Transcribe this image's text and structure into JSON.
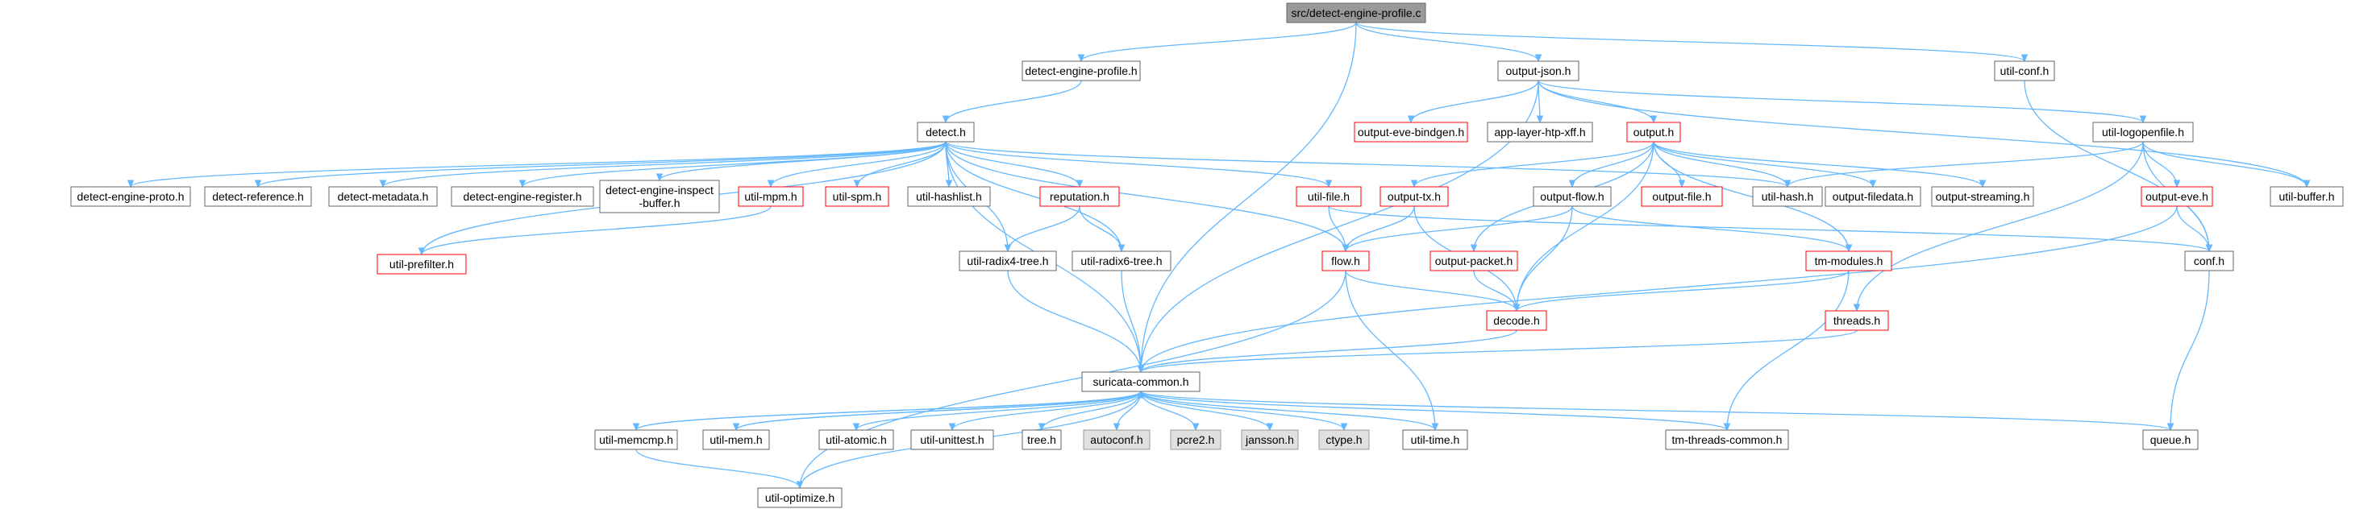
{
  "title": "src/detect-engine-profile.c",
  "colors": {
    "edge": "#63b8ff",
    "node_border": "#666666",
    "root_fill": "#999999",
    "missing_border": "#ff0000",
    "system_fill": "#e0e0e0"
  },
  "nodes": [
    {
      "id": "root",
      "label": "src/detect-engine-profile.c",
      "style": "root"
    },
    {
      "id": "dep",
      "label": "detect-engine-profile.h",
      "style": "normal"
    },
    {
      "id": "oj",
      "label": "output-json.h",
      "style": "normal"
    },
    {
      "id": "uconf",
      "label": "util-conf.h",
      "style": "normal"
    },
    {
      "id": "detect",
      "label": "detect.h",
      "style": "normal"
    },
    {
      "id": "oeb",
      "label": "output-eve-bindgen.h",
      "style": "red"
    },
    {
      "id": "htp",
      "label": "app-layer-htp-xff.h",
      "style": "normal"
    },
    {
      "id": "out",
      "label": "output.h",
      "style": "red"
    },
    {
      "id": "ulog",
      "label": "util-logopenfile.h",
      "style": "normal"
    },
    {
      "id": "dproto",
      "label": "detect-engine-proto.h",
      "style": "normal"
    },
    {
      "id": "dref",
      "label": "detect-reference.h",
      "style": "normal"
    },
    {
      "id": "dmeta",
      "label": "detect-metadata.h",
      "style": "normal"
    },
    {
      "id": "dreg",
      "label": "detect-engine-register.h",
      "style": "normal"
    },
    {
      "id": "dins",
      "label": [
        "detect-engine-inspect",
        "-buffer.h"
      ],
      "style": "normal"
    },
    {
      "id": "umpm",
      "label": "util-mpm.h",
      "style": "red"
    },
    {
      "id": "uspm",
      "label": "util-spm.h",
      "style": "red"
    },
    {
      "id": "uhl",
      "label": "util-hashlist.h",
      "style": "normal"
    },
    {
      "id": "rep",
      "label": "reputation.h",
      "style": "red"
    },
    {
      "id": "ufile",
      "label": "util-file.h",
      "style": "red"
    },
    {
      "id": "otx",
      "label": "output-tx.h",
      "style": "red"
    },
    {
      "id": "oflow",
      "label": "output-flow.h",
      "style": "normal"
    },
    {
      "id": "ofile",
      "label": "output-file.h",
      "style": "red"
    },
    {
      "id": "uhash",
      "label": "util-hash.h",
      "style": "normal"
    },
    {
      "id": "ofd",
      "label": "output-filedata.h",
      "style": "normal"
    },
    {
      "id": "ostream",
      "label": "output-streaming.h",
      "style": "normal"
    },
    {
      "id": "oeve",
      "label": "output-eve.h",
      "style": "red"
    },
    {
      "id": "ubuf",
      "label": "util-buffer.h",
      "style": "normal"
    },
    {
      "id": "upref",
      "label": "util-prefilter.h",
      "style": "red"
    },
    {
      "id": "ur4",
      "label": "util-radix4-tree.h",
      "style": "normal"
    },
    {
      "id": "ur6",
      "label": "util-radix6-tree.h",
      "style": "normal"
    },
    {
      "id": "flow",
      "label": "flow.h",
      "style": "red"
    },
    {
      "id": "opkt",
      "label": "output-packet.h",
      "style": "red"
    },
    {
      "id": "tmm",
      "label": "tm-modules.h",
      "style": "red"
    },
    {
      "id": "conf",
      "label": "conf.h",
      "style": "normal"
    },
    {
      "id": "decode",
      "label": "decode.h",
      "style": "red"
    },
    {
      "id": "threads",
      "label": "threads.h",
      "style": "red"
    },
    {
      "id": "sc",
      "label": "suricata-common.h",
      "style": "normal"
    },
    {
      "id": "umc",
      "label": "util-memcmp.h",
      "style": "normal"
    },
    {
      "id": "umem",
      "label": "util-mem.h",
      "style": "normal"
    },
    {
      "id": "uatom",
      "label": "util-atomic.h",
      "style": "normal"
    },
    {
      "id": "uut",
      "label": "util-unittest.h",
      "style": "normal"
    },
    {
      "id": "tree",
      "label": "tree.h",
      "style": "normal"
    },
    {
      "id": "autoconf",
      "label": "autoconf.h",
      "style": "sys"
    },
    {
      "id": "pcre",
      "label": "pcre2.h",
      "style": "sys"
    },
    {
      "id": "jansson",
      "label": "jansson.h",
      "style": "sys"
    },
    {
      "id": "ctype",
      "label": "ctype.h",
      "style": "sys"
    },
    {
      "id": "utime",
      "label": "util-time.h",
      "style": "normal"
    },
    {
      "id": "tmtc",
      "label": "tm-threads-common.h",
      "style": "normal"
    },
    {
      "id": "queue",
      "label": "queue.h",
      "style": "normal"
    },
    {
      "id": "uopt",
      "label": "util-optimize.h",
      "style": "normal"
    }
  ],
  "edges": [
    [
      "root",
      "dep"
    ],
    [
      "root",
      "oj"
    ],
    [
      "root",
      "uconf"
    ],
    [
      "root",
      "sc"
    ],
    [
      "dep",
      "detect"
    ],
    [
      "oj",
      "oeb"
    ],
    [
      "oj",
      "htp"
    ],
    [
      "oj",
      "out"
    ],
    [
      "oj",
      "ulog"
    ],
    [
      "oj",
      "sc"
    ],
    [
      "oj",
      "ubuf"
    ],
    [
      "uconf",
      "conf"
    ],
    [
      "detect",
      "dproto"
    ],
    [
      "detect",
      "dref"
    ],
    [
      "detect",
      "dmeta"
    ],
    [
      "detect",
      "dreg"
    ],
    [
      "detect",
      "dins"
    ],
    [
      "detect",
      "umpm"
    ],
    [
      "detect",
      "uspm"
    ],
    [
      "detect",
      "uhl"
    ],
    [
      "detect",
      "rep"
    ],
    [
      "detect",
      "ufile"
    ],
    [
      "detect",
      "upref"
    ],
    [
      "detect",
      "ur4"
    ],
    [
      "detect",
      "ur6"
    ],
    [
      "detect",
      "flow"
    ],
    [
      "detect",
      "uhash"
    ],
    [
      "detect",
      "sc"
    ],
    [
      "umpm",
      "upref"
    ],
    [
      "rep",
      "ur4"
    ],
    [
      "rep",
      "ur6"
    ],
    [
      "ur4",
      "sc"
    ],
    [
      "ur6",
      "sc"
    ],
    [
      "ufile",
      "flow"
    ],
    [
      "ufile",
      "conf"
    ],
    [
      "out",
      "otx"
    ],
    [
      "out",
      "oflow"
    ],
    [
      "out",
      "ofile"
    ],
    [
      "out",
      "uhash"
    ],
    [
      "out",
      "ofd"
    ],
    [
      "out",
      "ostream"
    ],
    [
      "out",
      "opkt"
    ],
    [
      "out",
      "decode"
    ],
    [
      "out",
      "tmm"
    ],
    [
      "otx",
      "flow"
    ],
    [
      "otx",
      "decode"
    ],
    [
      "oflow",
      "flow"
    ],
    [
      "oflow",
      "decode"
    ],
    [
      "oflow",
      "tmm"
    ],
    [
      "opkt",
      "decode"
    ],
    [
      "tmm",
      "decode"
    ],
    [
      "tmm",
      "tmtc"
    ],
    [
      "flow",
      "decode"
    ],
    [
      "flow",
      "utime"
    ],
    [
      "flow",
      "uopt"
    ],
    [
      "decode",
      "sc"
    ],
    [
      "ulog",
      "uhash"
    ],
    [
      "ulog",
      "oeve"
    ],
    [
      "ulog",
      "ubuf"
    ],
    [
      "ulog",
      "conf"
    ],
    [
      "ulog",
      "threads"
    ],
    [
      "oeve",
      "conf"
    ],
    [
      "oeve",
      "sc"
    ],
    [
      "conf",
      "queue"
    ],
    [
      "threads",
      "sc"
    ],
    [
      "sc",
      "umc"
    ],
    [
      "sc",
      "umem"
    ],
    [
      "sc",
      "uatom"
    ],
    [
      "sc",
      "uut"
    ],
    [
      "sc",
      "tree"
    ],
    [
      "sc",
      "autoconf"
    ],
    [
      "sc",
      "pcre"
    ],
    [
      "sc",
      "jansson"
    ],
    [
      "sc",
      "ctype"
    ],
    [
      "sc",
      "utime"
    ],
    [
      "sc",
      "tmtc"
    ],
    [
      "sc",
      "queue"
    ],
    [
      "sc",
      "uopt"
    ],
    [
      "umc",
      "sc"
    ],
    [
      "umc",
      "uopt"
    ],
    [
      "umem",
      "sc"
    ]
  ]
}
